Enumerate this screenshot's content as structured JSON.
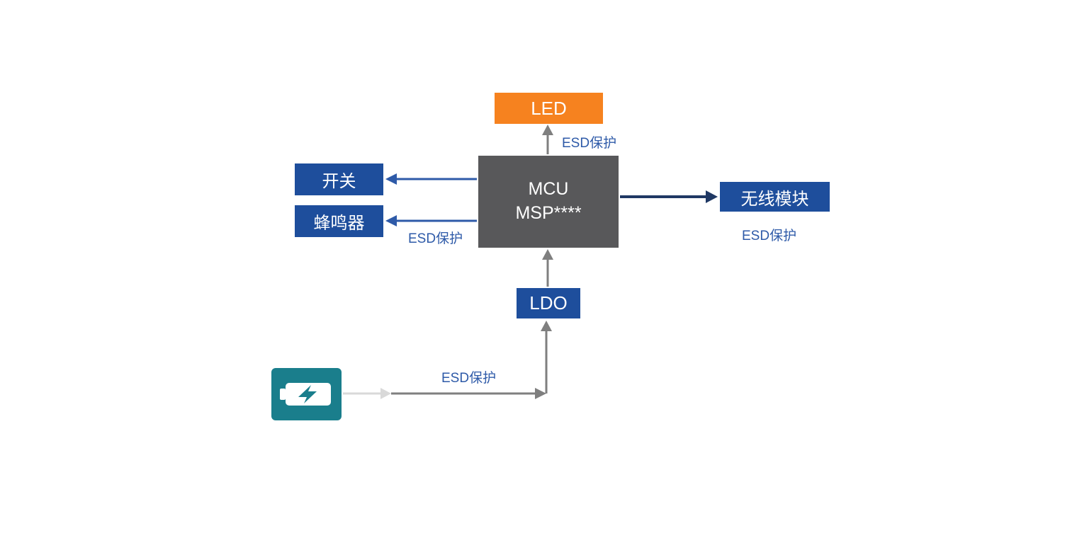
{
  "colors": {
    "led_orange": "#F6821F",
    "box_blue": "#1E4E9C",
    "mcu_gray": "#58585A",
    "esd_text": "#2E5AA8",
    "arrow_blue": "#2E5AA8",
    "arrow_navy": "#1F3864",
    "arrow_gray": "#7F7F7F",
    "arrow_light": "#D9D9D9",
    "battery_teal": "#1A7E8C"
  },
  "nodes": {
    "led": {
      "label": "LED"
    },
    "mcu": {
      "line1": "MCU",
      "line2": "MSP****"
    },
    "switch": {
      "label": "开关"
    },
    "buzzer": {
      "label": "蜂鸣器"
    },
    "wireless": {
      "label": "无线模块"
    },
    "ldo": {
      "label": "LDO"
    },
    "battery": {
      "icon": "battery-charging-icon"
    }
  },
  "labels": {
    "esd_top": "ESD保护",
    "esd_left": "ESD保护",
    "esd_right": "ESD保护",
    "esd_bottom": "ESD保护"
  }
}
